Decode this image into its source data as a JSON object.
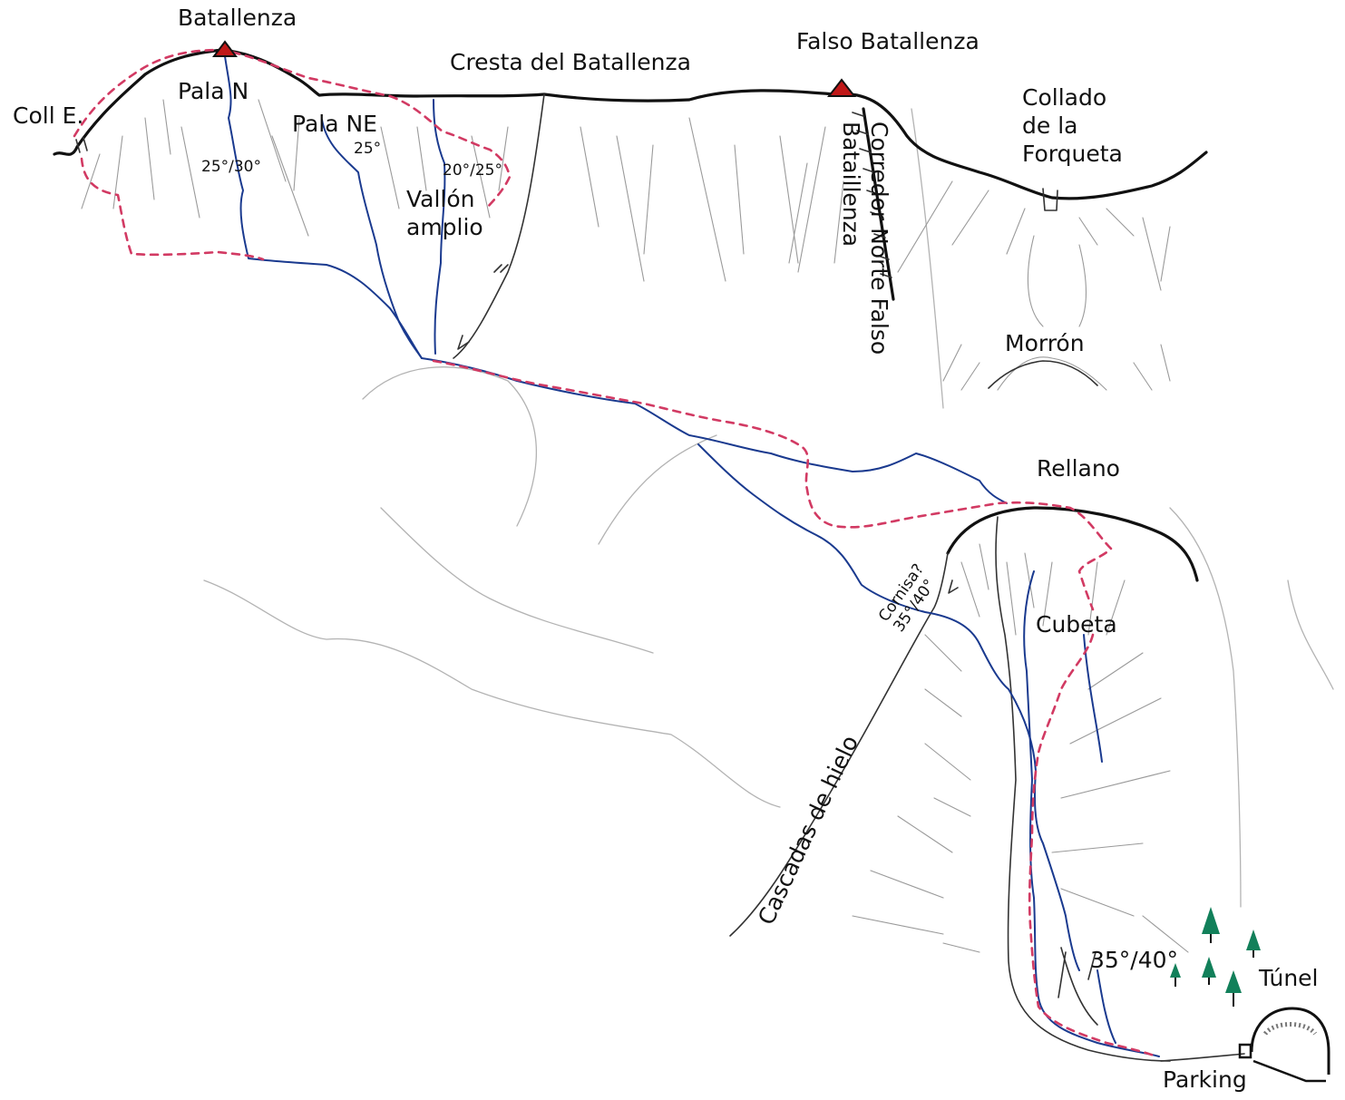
{
  "colors": {
    "ski_route": "#1a3a8f",
    "walk_route": "#d23a63",
    "summit": "#c01818",
    "ridge": "#111111",
    "trees": "#12805a"
  },
  "labels": {
    "batallenza": "Batallenza",
    "falso_batallenza": "Falso Batallenza",
    "cresta": "Cresta del Batallenza",
    "coll_e": "Coll E.",
    "pala_n": "Pala N",
    "pala_ne": "Pala NE",
    "slope_25_30": "25°/30°",
    "slope_25": "25°",
    "slope_20_25": "20°/25°",
    "vallon": "Vallón\namplio",
    "collado": "Collado\nde la\nForqueta",
    "corredor": "Corredor Norte Falso\nBataillenza",
    "morron": "Morrón",
    "rellano": "Rellano",
    "cornisa": "Cornisa?\n35°/40°",
    "cubeta": "Cubeta",
    "cascadas": "Cascadas de hielo",
    "slope_35_40": "35°/40°",
    "tunel": "Túnel",
    "parking": "Parking"
  },
  "icons": {
    "summit": "summit-triangle-icon",
    "tree": "pine-tree-icon",
    "tunnel": "tunnel-portal-icon",
    "parking": "parking-marker-icon",
    "arrow": "arrow-icon"
  }
}
